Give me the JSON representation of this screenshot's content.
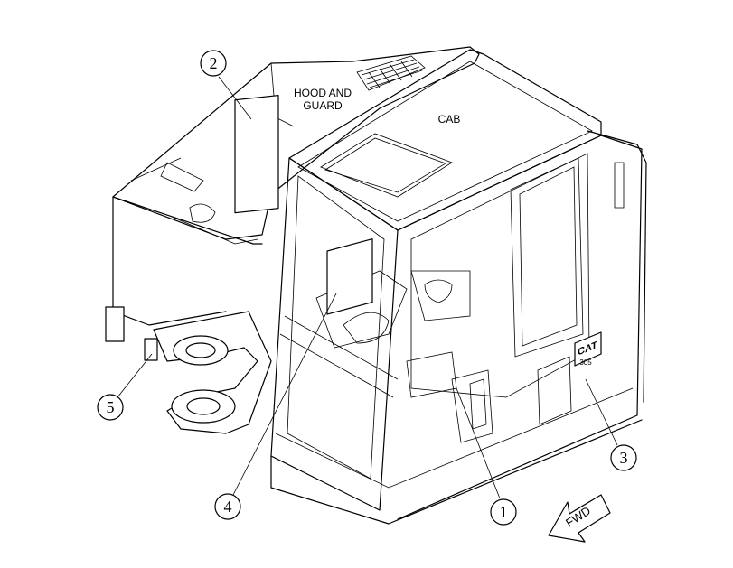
{
  "labels": {
    "hood_and_guard_line1": "HOOD AND",
    "hood_and_guard_line2": "GUARD",
    "cab": "CAB",
    "fwd": "FWD",
    "cat_logo": "CAT",
    "model_badge": "305"
  },
  "callouts": [
    "1",
    "2",
    "3",
    "4",
    "5"
  ]
}
